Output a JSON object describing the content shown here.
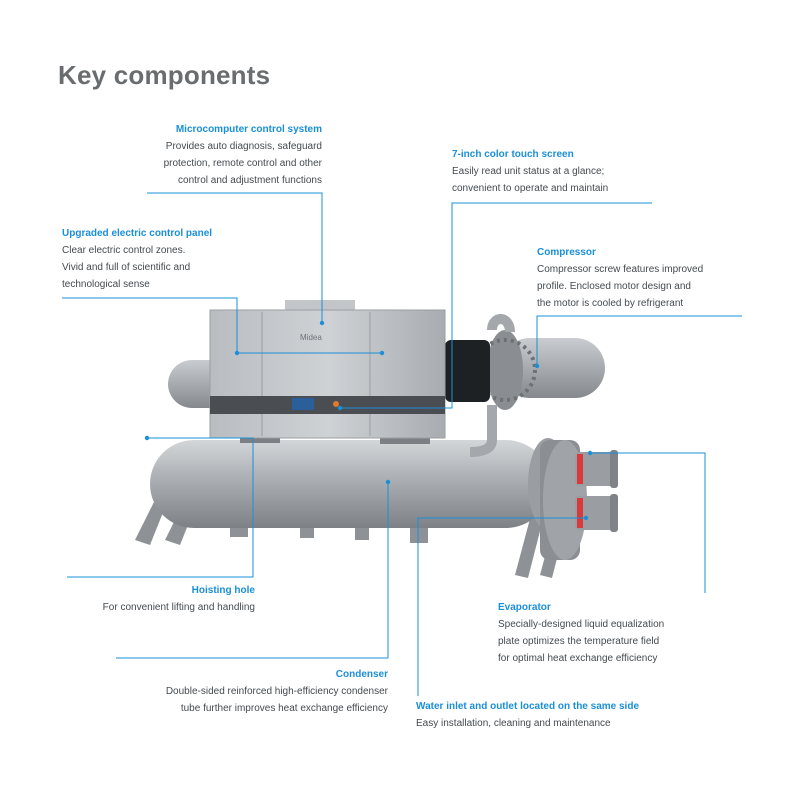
{
  "page": {
    "title": "Key components"
  },
  "colors": {
    "accent": "#1a8fd8",
    "title": "#6a6d70",
    "text": "#444a50",
    "body": "#a8acb0",
    "valve": "#d83a3a"
  },
  "brand": {
    "logo_text": "Midea"
  },
  "components": {
    "microcomputer": {
      "title": "Microcomputer control system",
      "desc": "Provides auto diagnosis, safeguard\nprotection, remote control and other\ncontrol and adjustment functions"
    },
    "touch_screen": {
      "title": "7-inch color touch screen",
      "desc": "Easily read unit status at a glance;\nconvenient to operate and maintain"
    },
    "electric_panel": {
      "title": "Upgraded electric control panel",
      "desc": "Clear electric control zones.\nVivid and full of scientific and\ntechnological sense"
    },
    "compressor": {
      "title": "Compressor",
      "desc": "Compressor screw features improved\nprofile. Enclosed motor design and\nthe motor is cooled by refrigerant"
    },
    "hoisting_hole": {
      "title": "Hoisting  hole",
      "desc": "For convenient lifting and handling"
    },
    "evaporator": {
      "title": "Evaporator",
      "desc": "Specially-designed liquid equalization\nplate optimizes the temperature field\nfor optimal heat exchange efficiency"
    },
    "condenser": {
      "title": "Condenser",
      "desc": "Double-sided reinforced high-efficiency condenser\ntube further improves heat exchange efficiency"
    },
    "water_io": {
      "title": "Water inlet and outlet located on the same side",
      "desc": "Easy installation, cleaning and maintenance"
    }
  }
}
